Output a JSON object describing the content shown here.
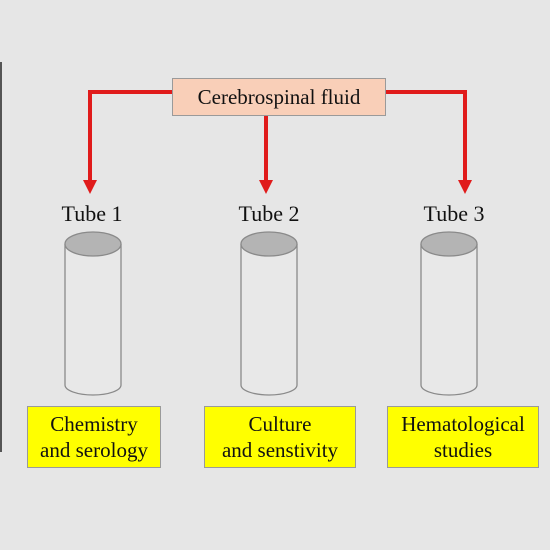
{
  "source": {
    "label": "Cerebrospinal fluid"
  },
  "tubes": [
    {
      "label": "Tube 1",
      "result_lines": [
        "Chemistry",
        "and serology"
      ]
    },
    {
      "label": "Tube 2",
      "result_lines": [
        "Culture",
        "and senstivity"
      ]
    },
    {
      "label": "Tube 3",
      "result_lines": [
        "Hematological",
        "studies"
      ]
    }
  ],
  "colors": {
    "background": "#e6e6e6",
    "source_fill": "#f9cfb8",
    "result_fill": "#ffff00",
    "arrow": "#e01b1b",
    "tube_stroke": "#8a8a8a",
    "tube_top_fill": "#b4b4b4"
  }
}
